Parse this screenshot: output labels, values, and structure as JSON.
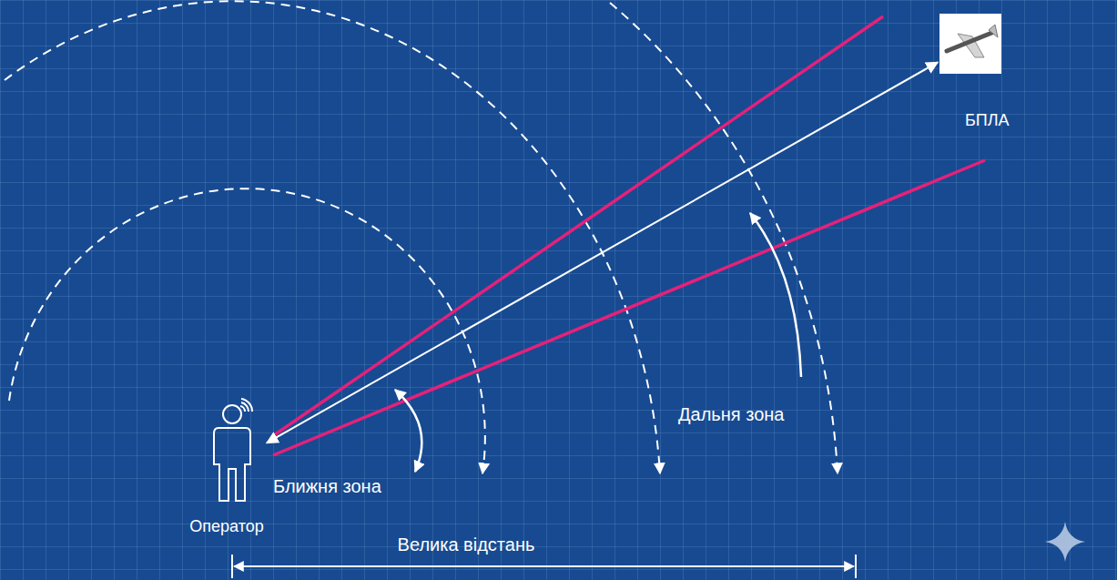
{
  "diagram": {
    "nodes": [
      {
        "text": [
          "Оператор"
        ]
      },
      {
        "text": [
          "БПЛА"
        ]
      }
    ],
    "edges": [
      {
        "from": 0,
        "to": 1,
        "arrow": "both"
      }
    ],
    "labels": [
      "Ближня зона",
      "Дальня зона",
      "Велика відстань"
    ]
  }
}
